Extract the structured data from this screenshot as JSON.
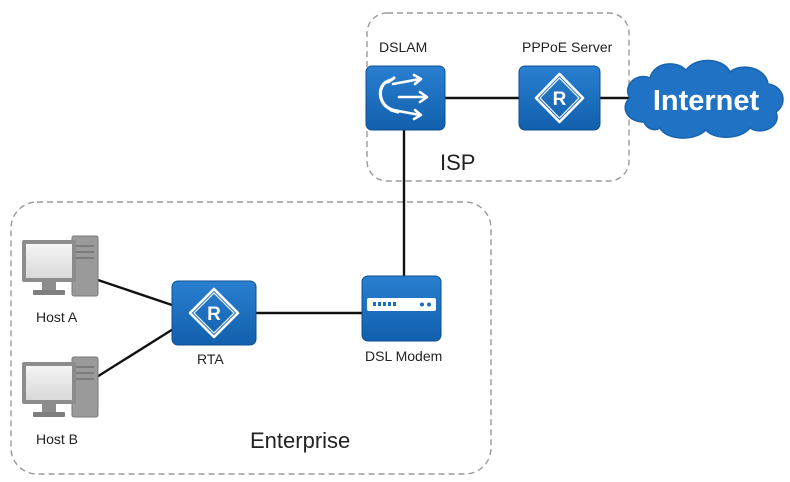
{
  "colors": {
    "device_blue": "#1a6fc0",
    "device_blue_dark": "#0f5aa3",
    "cloud_blue": "#1f72c4",
    "link": "#111111",
    "zone_border": "#9a9a9a",
    "computer_gray": "#8c8c8c"
  },
  "zones": {
    "isp": {
      "label": "ISP"
    },
    "enterprise": {
      "label": "Enterprise"
    }
  },
  "devices": {
    "dslam": {
      "label": "DSLAM",
      "icon": "dslam-icon"
    },
    "pppoe_server": {
      "label": "PPPoE Server",
      "icon": "router-icon"
    },
    "internet": {
      "label": "Internet",
      "icon": "cloud-icon"
    },
    "dsl_modem": {
      "label": "DSL Modem",
      "icon": "modem-icon"
    },
    "rta": {
      "label": "RTA",
      "icon": "router-icon"
    },
    "host_a": {
      "label": "Host A",
      "icon": "computer-icon"
    },
    "host_b": {
      "label": "Host B",
      "icon": "computer-icon"
    }
  }
}
